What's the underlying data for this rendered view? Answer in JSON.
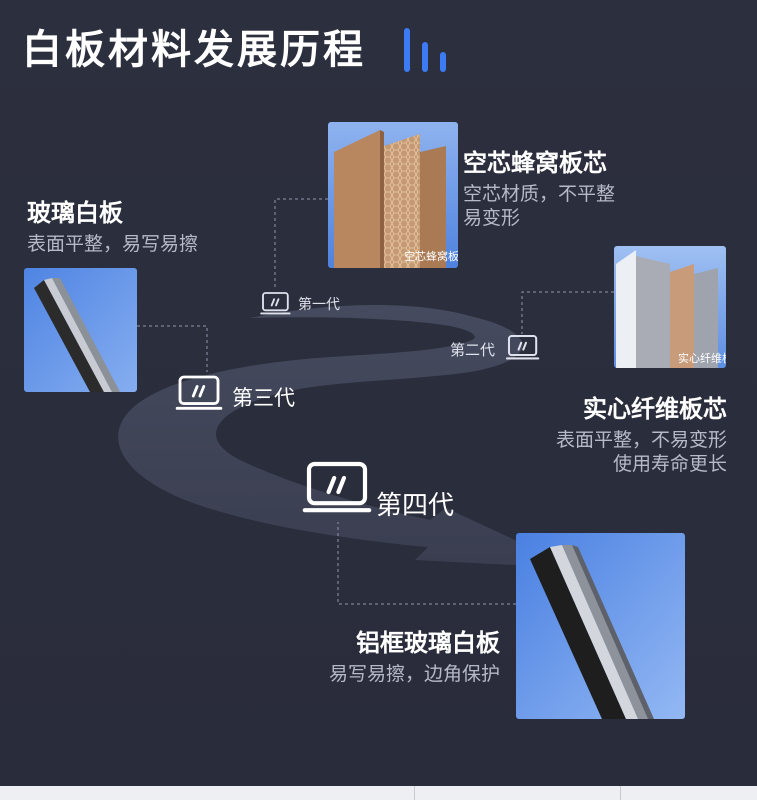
{
  "title": "白板材料发展历程",
  "generations": {
    "first": {
      "tag": "第一代",
      "name": "空芯蜂窝板芯",
      "desc_line1": "空芯材质，不平整",
      "desc_line2": "易变形",
      "image_caption": "空芯蜂窝板"
    },
    "second": {
      "tag": "第二代",
      "name": "实心纤维板芯",
      "desc_line1": "表面平整，不易变形",
      "desc_line2": "使用寿命更长",
      "image_caption": "实心纤维板"
    },
    "third": {
      "tag": "第三代",
      "name": "玻璃白板",
      "desc_line1": "表面平整，易写易擦"
    },
    "fourth": {
      "tag": "第四代",
      "name": "铝框玻璃白板",
      "desc_line1": "易写易擦，边角保护"
    }
  },
  "colors": {
    "background": "#2b2e3d",
    "accent": "#3c7bf5",
    "road": "#3d4153",
    "text": "#ffffff",
    "muted_text": "#b5b9c8"
  },
  "icons": [
    "whiteboard-icon",
    "title-bars-icon"
  ]
}
